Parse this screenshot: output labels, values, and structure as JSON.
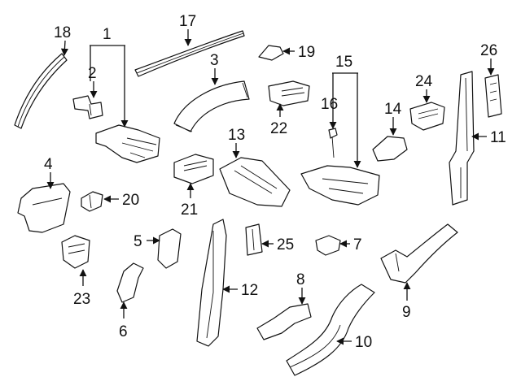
{
  "callouts": [
    {
      "id": "1",
      "label": "1"
    },
    {
      "id": "2",
      "label": "2"
    },
    {
      "id": "3",
      "label": "3"
    },
    {
      "id": "4",
      "label": "4"
    },
    {
      "id": "5",
      "label": "5"
    },
    {
      "id": "6",
      "label": "6"
    },
    {
      "id": "7",
      "label": "7"
    },
    {
      "id": "8",
      "label": "8"
    },
    {
      "id": "9",
      "label": "9"
    },
    {
      "id": "10",
      "label": "10"
    },
    {
      "id": "11",
      "label": "11"
    },
    {
      "id": "12",
      "label": "12"
    },
    {
      "id": "13",
      "label": "13"
    },
    {
      "id": "14",
      "label": "14"
    },
    {
      "id": "15",
      "label": "15"
    },
    {
      "id": "16",
      "label": "16"
    },
    {
      "id": "17",
      "label": "17"
    },
    {
      "id": "18",
      "label": "18"
    },
    {
      "id": "19",
      "label": "19"
    },
    {
      "id": "20",
      "label": "20"
    },
    {
      "id": "21",
      "label": "21"
    },
    {
      "id": "22",
      "label": "22"
    },
    {
      "id": "23",
      "label": "23"
    },
    {
      "id": "24",
      "label": "24"
    },
    {
      "id": "25",
      "label": "25"
    },
    {
      "id": "26",
      "label": "26"
    }
  ],
  "colors": {
    "line": "#111111",
    "background": "#ffffff"
  }
}
